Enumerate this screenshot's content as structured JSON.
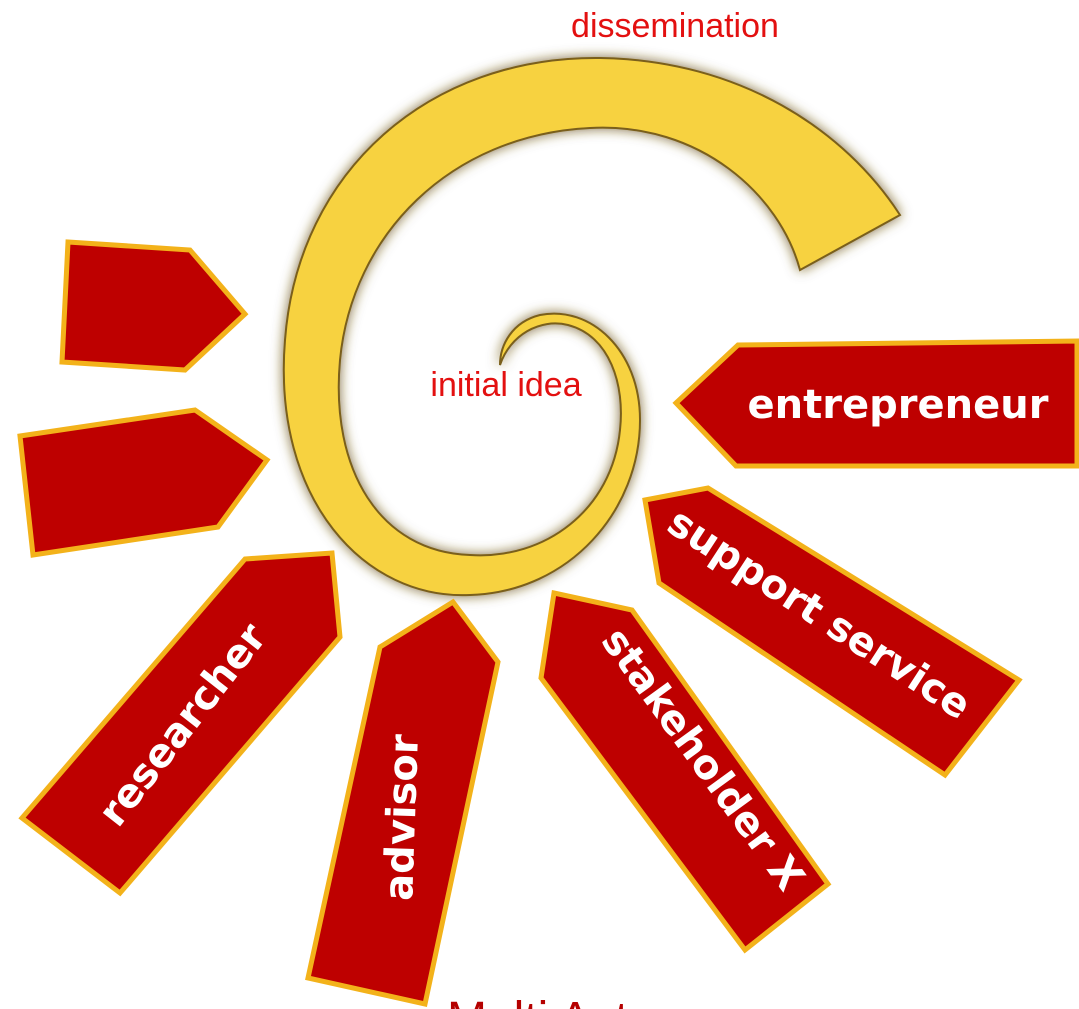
{
  "diagram": {
    "spiral": {
      "outer_label": "dissemination",
      "inner_label": "initial idea",
      "fill_color": "#f7d23f",
      "edge_color": "#6b5216"
    },
    "arrows": [
      {
        "id": "blank-1",
        "label": ""
      },
      {
        "id": "blank-2",
        "label": ""
      },
      {
        "id": "researcher",
        "label": "researcher"
      },
      {
        "id": "advisor",
        "label": "advisor"
      },
      {
        "id": "stakeholder-x",
        "label": "stakeholder X"
      },
      {
        "id": "support-service",
        "label": "support service"
      },
      {
        "id": "entrepreneur",
        "label": "entrepreneur"
      }
    ],
    "arrow_fill_color": "#be0000",
    "arrow_border_color": "#f3b21a",
    "caption": "Multi Actor process"
  }
}
